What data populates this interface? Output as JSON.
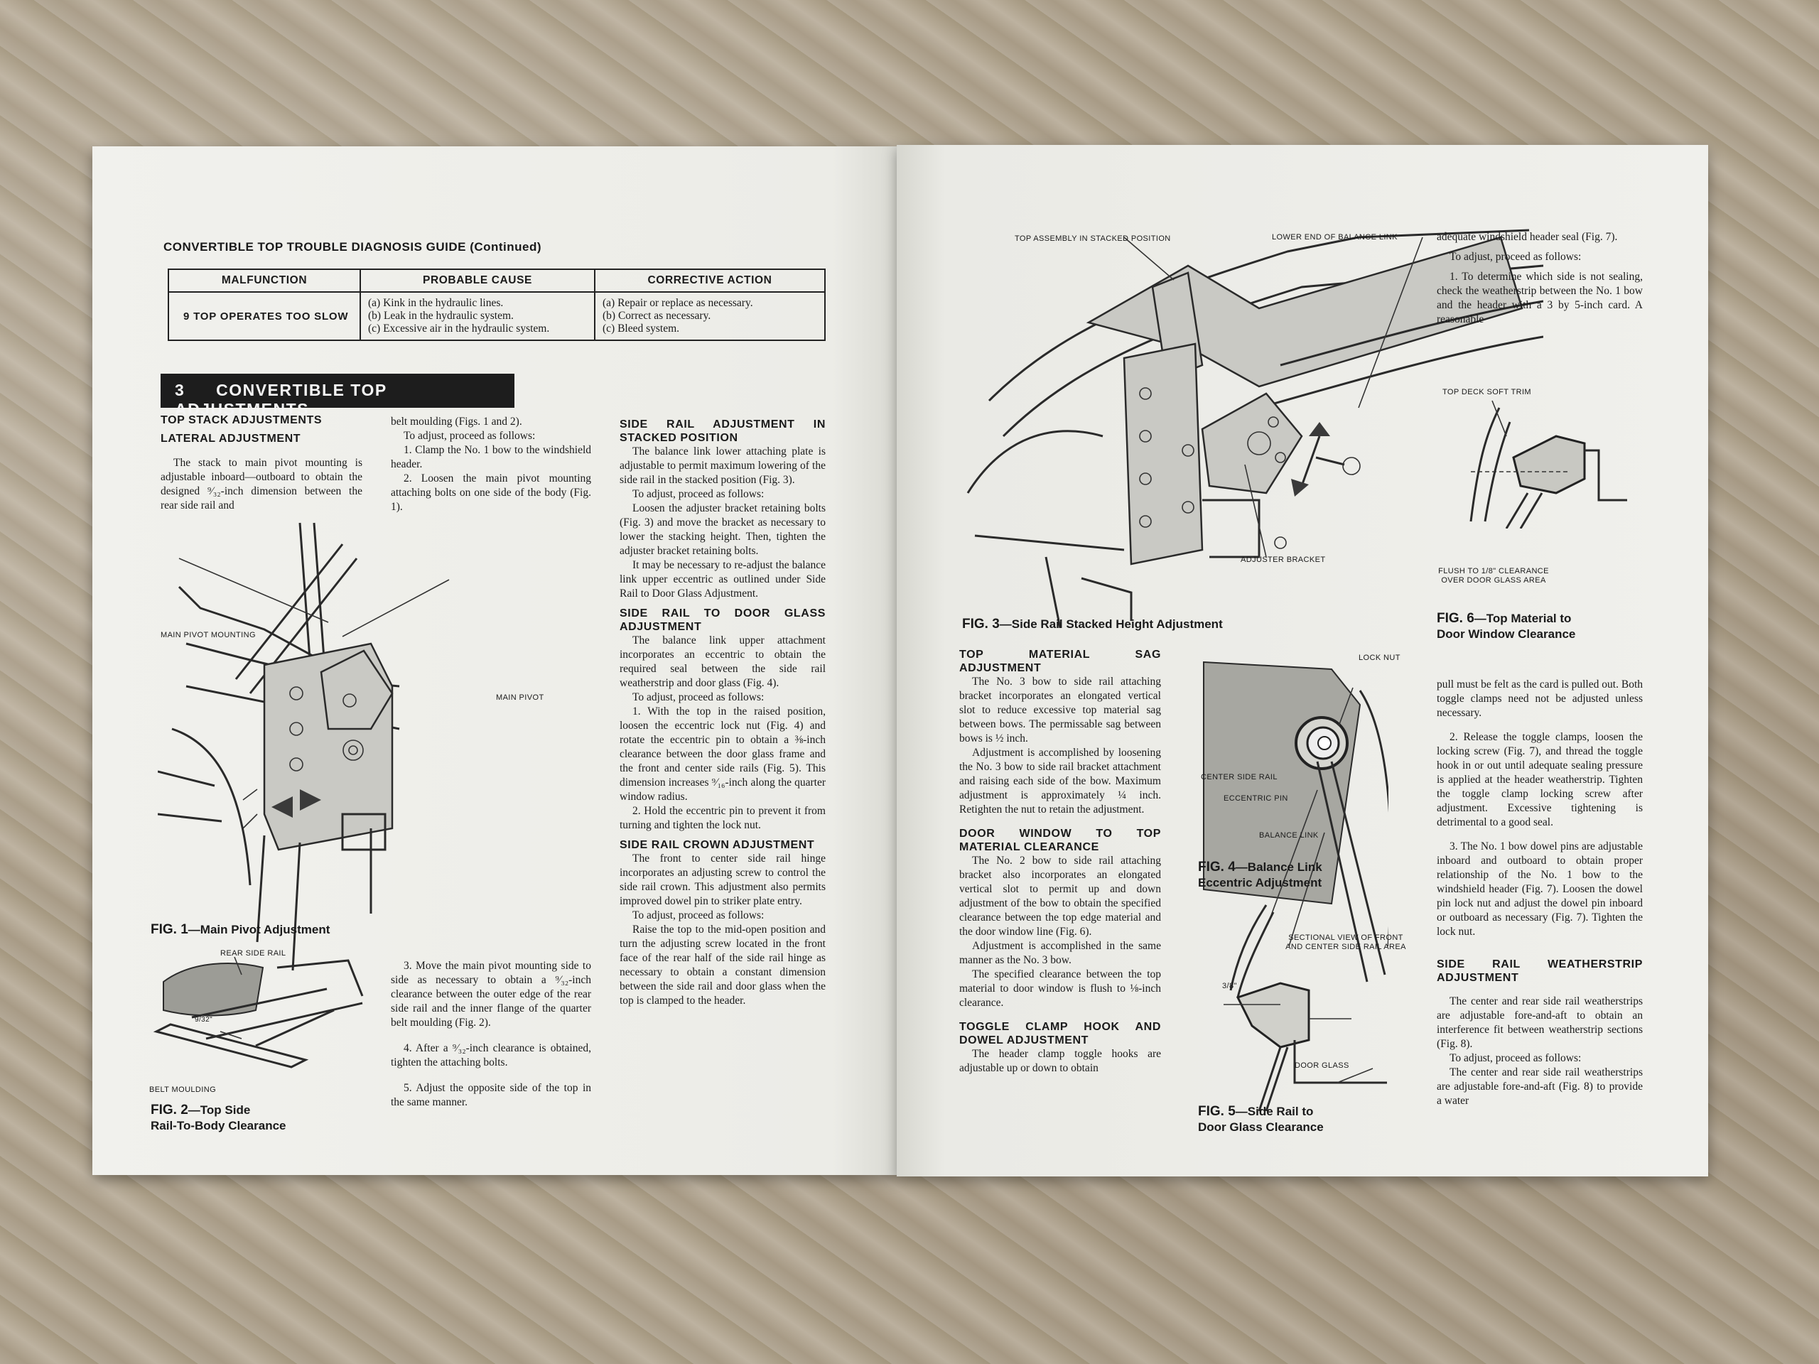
{
  "left_page": {
    "table_title": "CONVERTIBLE TOP TROUBLE DIAGNOSIS GUIDE (Continued)",
    "table": {
      "headers": [
        "MALFUNCTION",
        "PROBABLE CAUSE",
        "CORRECTIVE ACTION"
      ],
      "row": {
        "malfunction": "9 TOP OPERATES TOO SLOW",
        "causes": [
          "(a) Kink in the hydraulic lines.",
          "(b) Leak in the hydraulic system.",
          "(c) Excessive air in the hydraulic system."
        ],
        "actions": [
          "(a) Repair or replace as necessary.",
          "(b) Correct as necessary.",
          "(c) Bleed system."
        ]
      }
    },
    "section_number": "3",
    "section_title": "CONVERTIBLE TOP ADJUSTMENTS",
    "col1": {
      "heading1": "TOP STACK ADJUSTMENTS",
      "heading2": "LATERAL ADJUSTMENT",
      "para1": "The stack to main pivot mounting is adjustable inboard—outboard to obtain the designed ⁹⁄₃₂-inch dimension between the rear side rail and"
    },
    "col2": {
      "para1": "belt moulding (Figs. 1 and 2).",
      "para2": "To adjust, proceed as follows:",
      "step1": "1. Clamp the No. 1 bow to the windshield header.",
      "step2": "2. Loosen the main pivot mounting attaching bolts on one side of the body (Fig. 1).",
      "step3": "3. Move the main pivot mounting side to side as necessary to obtain a ⁹⁄₃₂-inch clearance between the outer edge of the rear side rail and the inner flange of the quarter belt moulding (Fig. 2).",
      "step4": "4. After a ⁹⁄₃₂-inch clearance is obtained, tighten the attaching bolts.",
      "step5": "5. Adjust the opposite side of the top in the same manner."
    },
    "col3": {
      "heading1": "SIDE RAIL ADJUSTMENT IN STACKED POSITION",
      "para1": "The balance link lower attaching plate is adjustable to permit maximum lowering of the side rail in the stacked position (Fig. 3).",
      "para2": "To adjust, proceed as follows:",
      "para3": "Loosen the adjuster bracket retaining bolts (Fig. 3) and move the bracket as necessary to lower the stacking height. Then, tighten the adjuster bracket retaining bolts.",
      "para4": "It may be necessary to re-adjust the balance link upper eccentric as outlined under Side Rail to Door Glass Adjustment.",
      "heading2": "SIDE RAIL TO DOOR GLASS ADJUSTMENT",
      "para5": "The balance link upper attachment incorporates an eccentric to obtain the required seal between the side rail weatherstrip and door glass (Fig. 4).",
      "para6": "To adjust, proceed as follows:",
      "step1": "1. With the top in the raised position, loosen the eccentric lock nut (Fig. 4) and rotate the eccentric pin to obtain a ⅜-inch clearance between the door glass frame and the front and center side rails (Fig. 5). This dimension increases ⁹⁄₁₆-inch along the quarter window radius.",
      "step2": "2. Hold the eccentric pin to prevent it from turning and tighten the lock nut.",
      "heading3": "SIDE RAIL CROWN ADJUSTMENT",
      "para7": "The front to center side rail hinge incorporates an adjusting screw to control the side rail crown. This adjustment also permits improved dowel pin to striker plate entry.",
      "para8": "To adjust, proceed as follows:",
      "para9": "Raise the top to the mid-open position and turn the adjusting screw located in the front face of the rear half of the side rail hinge as necessary to obtain a constant dimension between the side rail and door glass when the top is clamped to the header."
    },
    "fig1": {
      "caption_num": "FIG. 1",
      "caption_text": "—Main Pivot Adjustment",
      "label_mounting": "MAIN PIVOT MOUNTING",
      "label_pivot": "MAIN PIVOT"
    },
    "fig2": {
      "caption_num": "FIG. 2",
      "caption_text": "—Top Side",
      "caption_line2": "Rail-To-Body Clearance",
      "label_rail": "REAR SIDE RAIL",
      "label_belt": "BELT MOULDING",
      "label_dim": "9/32\""
    }
  },
  "right_page": {
    "fig3": {
      "caption_num": "FIG. 3",
      "caption_text": "—Side Rail Stacked Height Adjustment",
      "label_top": "TOP ASSEMBLY IN STACKED POSITION",
      "label_link": "LOWER END OF BALANCE LINK",
      "label_bracket": "ADJUSTER BRACKET"
    },
    "col_a": {
      "heading1": "TOP MATERIAL SAG ADJUSTMENT",
      "para1": "The No. 3 bow to side rail attaching bracket incorporates an elongated vertical slot to reduce excessive top material sag between bows. The permissable sag between bows is ½ inch.",
      "para2": "Adjustment is accomplished by loosening the No. 3 bow to side rail bracket attachment and raising each side of the bow. Maximum adjustment is approximately ¼ inch. Retighten the nut to retain the adjustment.",
      "heading2": "DOOR WINDOW TO TOP MATERIAL CLEARANCE",
      "para3": "The No. 2 bow to side rail attaching bracket also incorporates an elongated vertical slot to permit up and down adjustment of the bow to obtain the specified clearance between the top edge material and the door window line (Fig. 6).",
      "para4": "Adjustment is accomplished in the same manner as the No. 3 bow.",
      "para5": "The specified clearance between the top material to door window is flush to ⅛-inch clearance.",
      "heading3": "TOGGLE CLAMP HOOK AND DOWEL ADJUSTMENT",
      "para6": "The header clamp toggle hooks are adjustable up or down to obtain"
    },
    "fig4": {
      "caption_num": "FIG. 4",
      "caption_text": "—Balance Link",
      "caption_line2": "Eccentric Adjustment",
      "label_nut": "LOCK NUT",
      "label_rail": "CENTER SIDE RAIL",
      "label_pin": "ECCENTRIC PIN",
      "label_link": "BALANCE LINK"
    },
    "fig5": {
      "caption_num": "FIG. 5",
      "caption_text": "—Side Rail to",
      "caption_line2": "Door Glass Clearance",
      "label_view": "SECTIONAL VIEW OF FRONT AND CENTER SIDE RAIL AREA",
      "label_dim": "3/8\"",
      "label_glass": "DOOR GLASS"
    },
    "col_b": {
      "para1": "adequate windshield header seal (Fig. 7).",
      "para2": "To adjust, proceed as follows:",
      "step1": "1. To determine which side is not sealing, check the weatherstrip between the No. 1 bow and the header with a 3 by 5-inch card. A reasonable",
      "para3": "pull must be felt as the card is pulled out. Both toggle clamps need not be adjusted unless necessary.",
      "step2": "2. Release the toggle clamps, loosen the locking screw (Fig. 7), and thread the toggle hook in or out until adequate sealing pressure is applied at the header weatherstrip. Tighten the toggle clamp locking screw after adjustment. Excessive tightening is detrimental to a good seal.",
      "step3": "3. The No. 1 bow dowel pins are adjustable inboard and outboard to obtain proper relationship of the No. 1 bow to the windshield header (Fig. 7). Loosen the dowel pin lock nut and adjust the dowel pin inboard or outboard as necessary (Fig. 7). Tighten the lock nut.",
      "heading1": "SIDE RAIL WEATHERSTRIP ADJUSTMENT",
      "para4": "The center and rear side rail weatherstrips are adjustable fore-and-aft to obtain an interference fit between weatherstrip sections (Fig. 8).",
      "para5": "To adjust, proceed as follows:",
      "para6": "The center and rear side rail weatherstrips are adjustable fore-and-aft (Fig. 8) to provide a water"
    },
    "fig6": {
      "caption_num": "FIG. 6",
      "caption_text": "—Top Material to",
      "caption_line2": "Door Window Clearance",
      "label_trim": "TOP DECK SOFT TRIM",
      "label_flush": "FLUSH TO 1/8\" CLEARANCE OVER DOOR GLASS AREA"
    }
  }
}
